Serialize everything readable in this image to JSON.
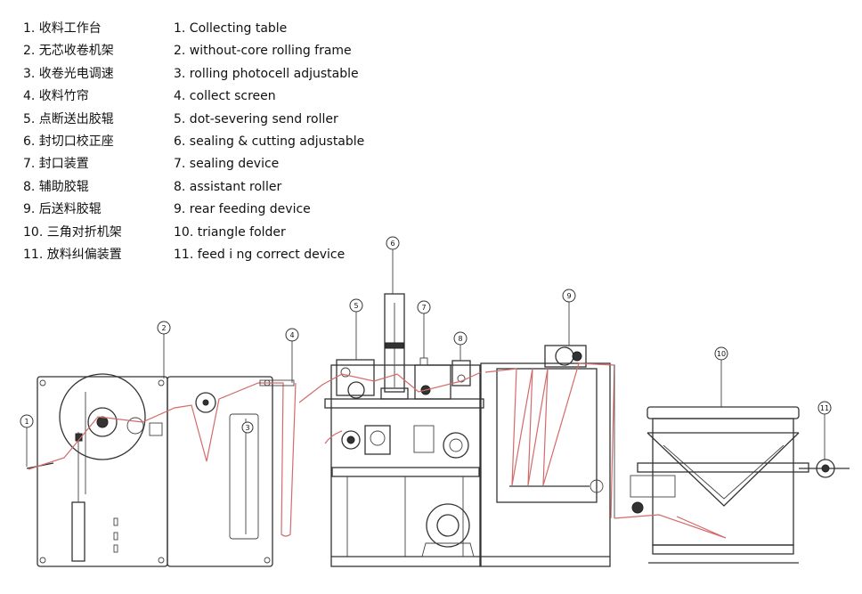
{
  "legend_cn": [
    "1. 收料工作台",
    "2. 无芯收卷机架",
    "3. 收卷光电调速",
    "4. 收料竹帘",
    "5. 点断送出胶辊",
    "6. 封切口校正座",
    "7. 封口装置",
    "8. 辅助胶辊",
    "9. 后送料胶辊",
    "10. 三角对折机架",
    "11. 放料纠偏装置"
  ],
  "legend_en": [
    "1. Collecting table",
    "2. without-core rolling frame",
    "3. rolling photocell adjustable",
    "4. collect screen",
    "5. dot-severing send roller",
    "6. sealing & cutting adjustable",
    "7. sealing device",
    "8. assistant roller",
    "9. rear feeding device",
    "10. triangle folder",
    "11. feed i ng correct device"
  ],
  "callouts": [
    "1",
    "2",
    "3",
    "4",
    "5",
    "6",
    "7",
    "8",
    "9",
    "10",
    "11"
  ],
  "colors": {
    "line": "#333333",
    "web_material": "#d46a6a",
    "background": "#ffffff"
  }
}
